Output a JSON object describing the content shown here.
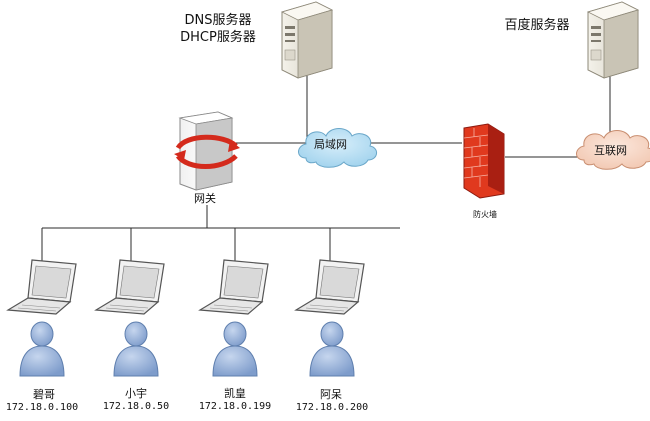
{
  "nodes": {
    "dns_dhcp_server": {
      "line1": "DNS服务器",
      "line2": "DHCP服务器"
    },
    "baidu_server": {
      "label": "百度服务器"
    },
    "gateway": {
      "label": "网关"
    },
    "lan": {
      "label": "局域网"
    },
    "firewall": {
      "label": "防火墙"
    },
    "internet": {
      "label": "互联网"
    }
  },
  "clients": [
    {
      "name": "碧哥",
      "ip": "172.18.0.100"
    },
    {
      "name": "小宇",
      "ip": "172.18.0.50"
    },
    {
      "name": "凯皇",
      "ip": "172.18.0.199"
    },
    {
      "name": "阿呆",
      "ip": "172.18.0.200"
    }
  ],
  "colors": {
    "server_body": "#e7e4da",
    "server_dark": "#b9b5a8",
    "cloud": "#a9d6ee",
    "cloud_border": "#6aa7c9",
    "firewall": "#e0391e",
    "firewall_dark": "#a91f12",
    "gateway_arrow": "#d42a1c",
    "user_blue": "#98b2d8",
    "user_dark": "#5f7fae",
    "line": "#2b2b2b"
  },
  "icons": {
    "dns_dhcp_server": "server-tower-icon",
    "baidu_server": "server-tower-icon",
    "gateway": "router-gateway-icon",
    "lan": "cloud-icon",
    "firewall": "brick-firewall-icon",
    "internet": "cloud-icon",
    "client_device": "laptop-icon",
    "client_person": "user-icon"
  }
}
